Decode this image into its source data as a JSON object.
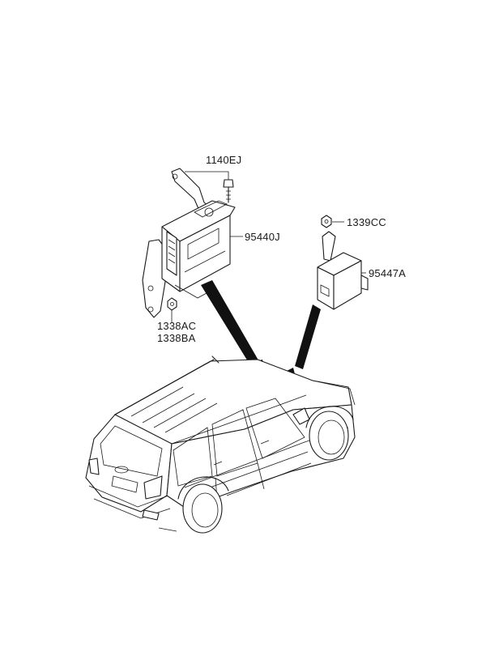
{
  "diagram": {
    "callouts": {
      "bolt_top": "1140EJ",
      "ecu_unit": "95440J",
      "nut_small": "1339CC",
      "module_unit": "95447A",
      "fastener_a": "1338AC",
      "fastener_b": "1338BA"
    }
  }
}
